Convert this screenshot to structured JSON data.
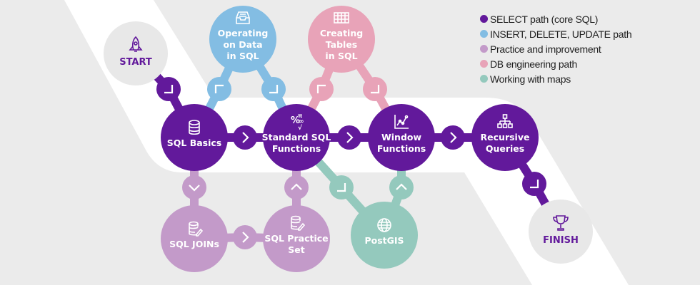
{
  "colors": {
    "background": "#ebebeb",
    "band": "#ffffff",
    "endpoint_fill": "#e8e8e8",
    "select_path": "#62199b",
    "insert_path": "#83bde3",
    "practice": "#c39ac9",
    "db_engineering": "#e8a3b8",
    "maps": "#94c9bd"
  },
  "legend": [
    {
      "label": "SELECT path (core SQL)",
      "color": "#62199b"
    },
    {
      "label": "INSERT, DELETE, UPDATE path",
      "color": "#83bde3"
    },
    {
      "label": "Practice and improvement",
      "color": "#c39ac9"
    },
    {
      "label": "DB engineering path",
      "color": "#e8a3b8"
    },
    {
      "label": "Working with maps",
      "color": "#94c9bd"
    }
  ],
  "nodes": {
    "start": {
      "label": "START",
      "icon": "rocket-icon"
    },
    "finish": {
      "label": "FINISH",
      "icon": "trophy-icon"
    },
    "sql_basics": {
      "lines": [
        "SQL Basics"
      ],
      "icon": "database-icon",
      "path": "select_path"
    },
    "standard_functions": {
      "lines": [
        "Standard SQL",
        "Functions"
      ],
      "icon": "math-symbols-icon",
      "path": "select_path"
    },
    "window_functions": {
      "lines": [
        "Window",
        "Functions"
      ],
      "icon": "line-chart-icon",
      "path": "select_path"
    },
    "recursive_queries": {
      "lines": [
        "Recursive",
        "Queries"
      ],
      "icon": "hierarchy-icon",
      "path": "select_path"
    },
    "operating_data": {
      "lines": [
        "Operating",
        "on Data",
        "in SQL"
      ],
      "icon": "inbox-tray-icon",
      "path": "insert_path"
    },
    "creating_tables": {
      "lines": [
        "Creating",
        "Tables",
        "in SQL"
      ],
      "icon": "table-grid-icon",
      "path": "db_engineering"
    },
    "sql_joins": {
      "lines": [
        "SQL JOINs"
      ],
      "icon": "database-edit-icon",
      "path": "practice"
    },
    "practice_set": {
      "lines": [
        "SQL Practice",
        "Set"
      ],
      "icon": "database-edit-icon",
      "path": "practice"
    },
    "postgis": {
      "lines": [
        "PostGIS"
      ],
      "icon": "globe-icon",
      "path": "maps"
    }
  },
  "connectors": [
    {
      "from": "start",
      "to": "sql_basics",
      "arrow": "down-right"
    },
    {
      "from": "sql_basics",
      "to": "standard_functions",
      "arrow": "right"
    },
    {
      "from": "standard_functions",
      "to": "window_functions",
      "arrow": "right"
    },
    {
      "from": "window_functions",
      "to": "recursive_queries",
      "arrow": "right"
    },
    {
      "from": "recursive_queries",
      "to": "finish",
      "arrow": "down-right"
    },
    {
      "from": "sql_basics",
      "to": "operating_data",
      "arrow": "up-right"
    },
    {
      "from": "operating_data",
      "to": "standard_functions",
      "arrow": "down-right"
    },
    {
      "from": "standard_functions",
      "to": "creating_tables",
      "arrow": "up-right"
    },
    {
      "from": "creating_tables",
      "to": "window_functions",
      "arrow": "down-right"
    },
    {
      "from": "sql_basics",
      "to": "sql_joins",
      "arrow": "down"
    },
    {
      "from": "sql_joins",
      "to": "practice_set",
      "arrow": "right"
    },
    {
      "from": "practice_set",
      "to": "standard_functions",
      "arrow": "up"
    },
    {
      "from": "standard_functions",
      "to": "postgis",
      "arrow": "down-right"
    },
    {
      "from": "postgis",
      "to": "window_functions",
      "arrow": "up"
    }
  ]
}
